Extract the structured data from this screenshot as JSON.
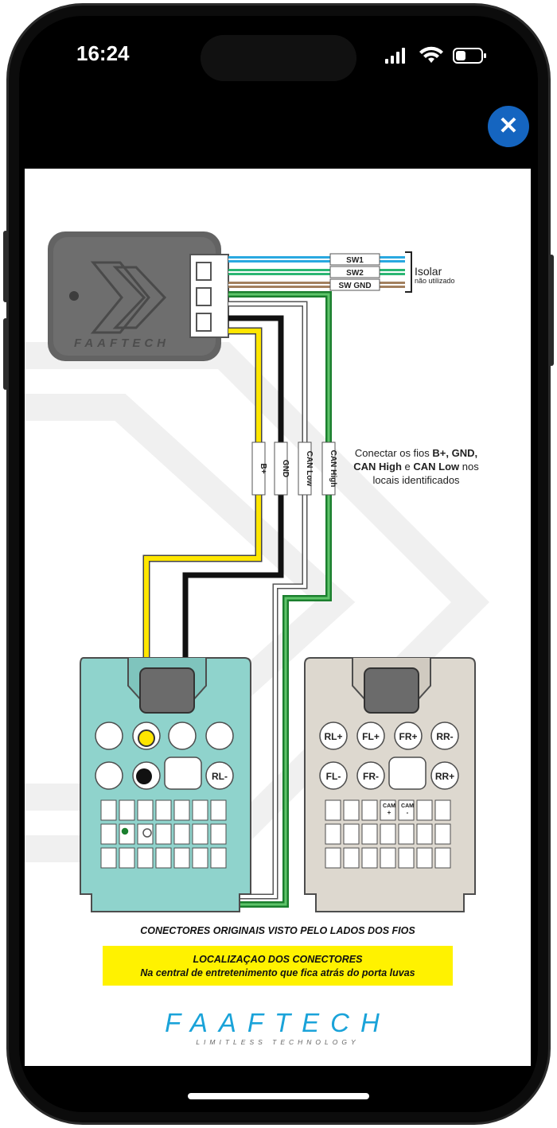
{
  "status_bar": {
    "time": "16:24"
  },
  "device_brand": "FAAFTECH",
  "wire_tags_top": [
    "SW1",
    "SW2",
    "SW GND"
  ],
  "isolate_label": "Isolar",
  "not_used_label": "não utilizado",
  "wire_tags_vertical": [
    "B+",
    "GND",
    "CAN Low",
    "CAN High"
  ],
  "instruction": {
    "line1_prefix": "Conectar os fios ",
    "line1_bold": "B+, GND,",
    "line2_bold_a": "CAN High",
    "line2_mid": " e ",
    "line2_bold_b": "CAN Low",
    "line2_suffix": " nos",
    "line3": "locais identificados"
  },
  "left_connector": {
    "label_rl_minus": "RL-"
  },
  "right_connector": {
    "row1": [
      "RL+",
      "FL+",
      "FR+",
      "RR-"
    ],
    "row2": [
      "FL-",
      "FR-",
      "RR+"
    ],
    "cam_plus": [
      "CAM",
      "+"
    ],
    "cam_minus": [
      "CAM",
      "-"
    ]
  },
  "caption": "CONECTORES ORIGINAIS VISTO PELO LADOS DOS FIOS",
  "banner": {
    "line1": "LOCALIZAÇAO DOS CONECTORES",
    "line2": "Na central de entretenimento que fica atrás do porta luvas"
  },
  "logo": {
    "brand": "FAAFTECH",
    "tagline": "LIMITLESS TECHNOLOGY"
  },
  "colors": {
    "close_button": "#1565c0",
    "wire_sw1": "#29a8e0",
    "wire_sw2": "#2bb673",
    "wire_swgnd": "#a3805e",
    "wire_bplus": "#ffe600",
    "wire_gnd": "#111111",
    "wire_can_high": "#2e9a3c",
    "connector_left": "#8fd3cc",
    "connector_right": "#ddd8cf",
    "banner": "#fff200",
    "logo_blue": "#1aa3d9"
  }
}
